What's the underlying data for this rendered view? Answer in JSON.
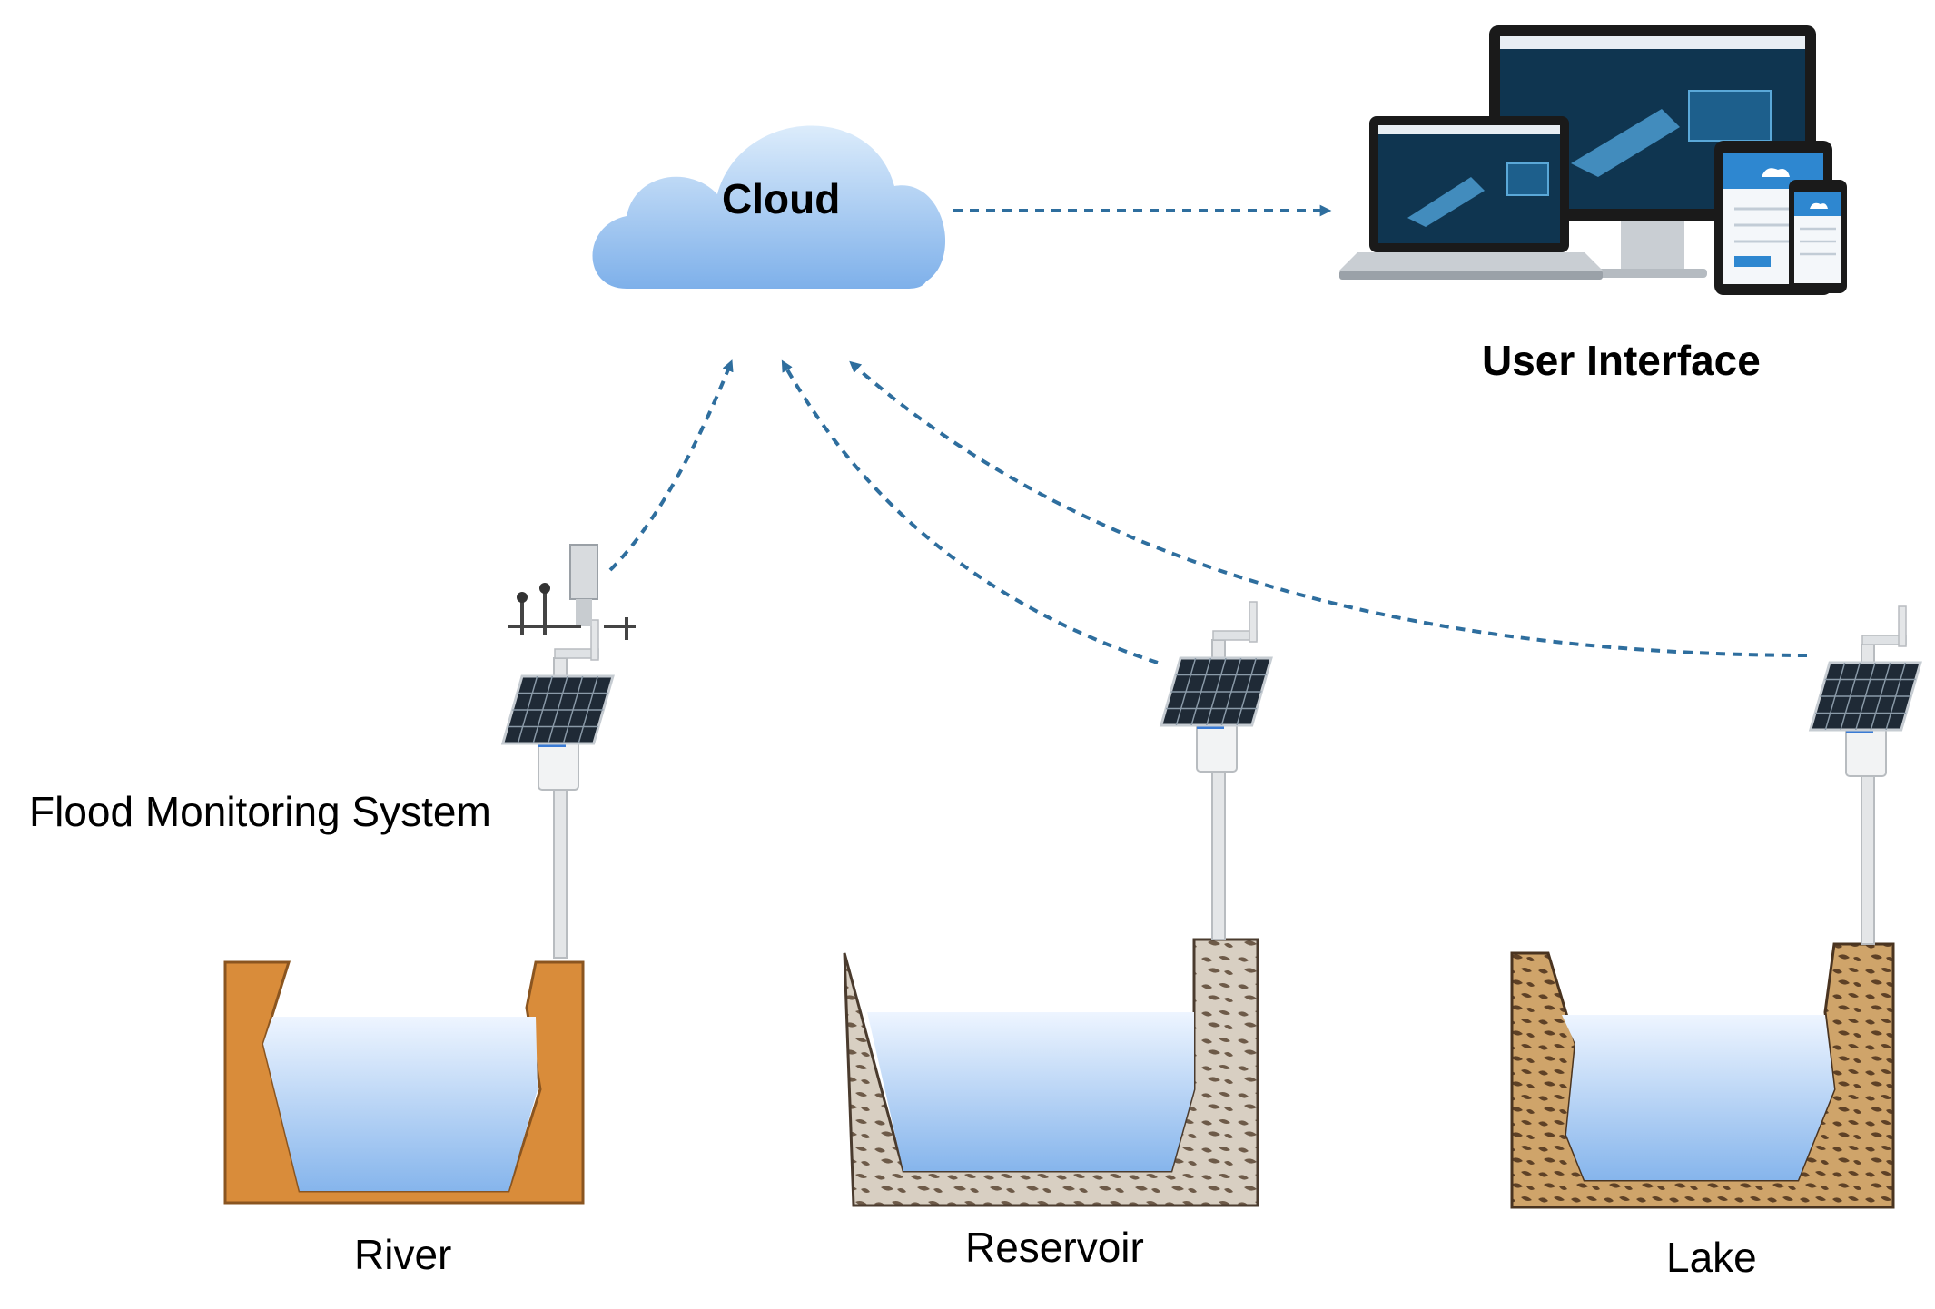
{
  "labels": {
    "cloud": "Cloud",
    "user_interface": "User Interface",
    "flood_system": "Flood Monitoring System",
    "river": "River",
    "reservoir": "Reservoir",
    "lake": "Lake"
  },
  "colors": {
    "arrow": "#2e6e9e",
    "cloud_top": "#d6e9fa",
    "cloud_bottom": "#7fb2ea",
    "water_top": "#e8f2ff",
    "water_bottom": "#8bb8ee",
    "river_bank": "#d98c3a",
    "reservoir_bank": "#cbbfae",
    "lake_bank": "#c49a5e",
    "solar_panel": "#1f2a36",
    "device_screen": "#0f3550"
  },
  "icons": [
    "cloud-icon",
    "monitor-icon",
    "laptop-icon",
    "tablet-icon",
    "phone-icon",
    "solar-station-icon",
    "rain-gauge-icon",
    "wind-vane-icon"
  ]
}
